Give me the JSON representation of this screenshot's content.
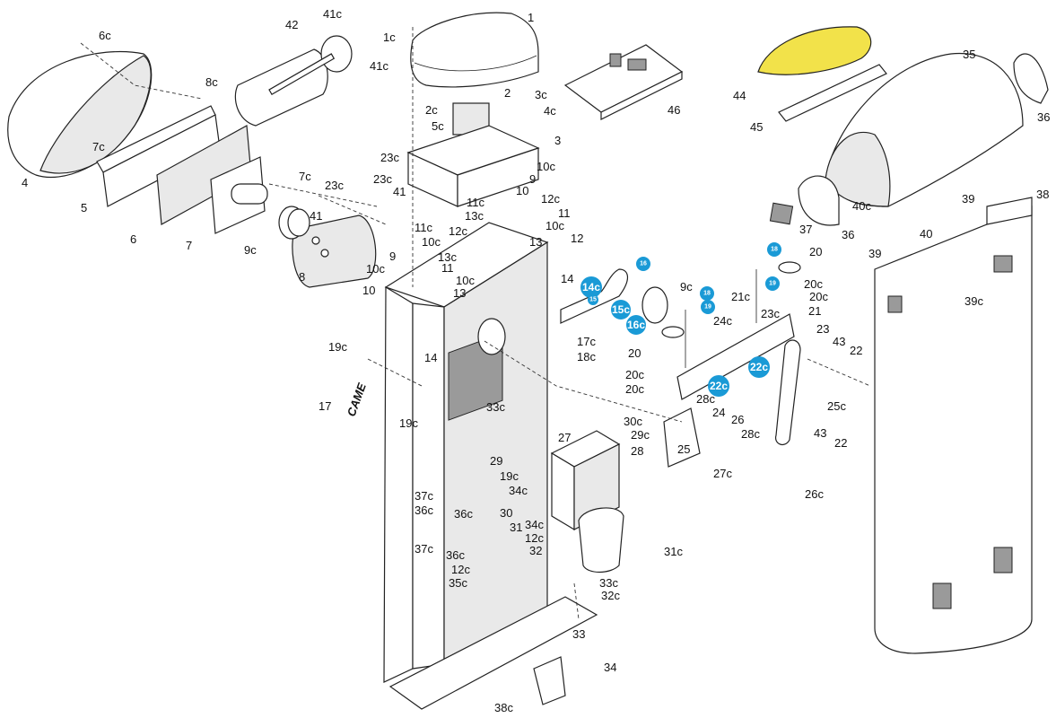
{
  "colors": {
    "badge": "#1a9ad6",
    "highlight_part": "#f2e24a",
    "line": "#222222"
  },
  "labels": [
    "6c",
    "41c",
    "42",
    "1c",
    "1",
    "8c",
    "41c",
    "2",
    "3c",
    "4c",
    "2c",
    "5c",
    "3",
    "46",
    "44",
    "35",
    "36",
    "45",
    "7c",
    "23c",
    "7c",
    "23c",
    "23c",
    "41",
    "10c",
    "9",
    "10",
    "12c",
    "11",
    "10c",
    "12",
    "13",
    "4",
    "5",
    "6",
    "7",
    "9c",
    "41",
    "8",
    "10",
    "11c",
    "12c",
    "13c",
    "11",
    "10c",
    "13",
    "11c",
    "13c",
    "10c",
    "9",
    "10c",
    "39",
    "38",
    "40c",
    "36",
    "37",
    "40",
    "39",
    "39c",
    "20",
    "20c",
    "20c",
    "21c",
    "21",
    "23c",
    "24c",
    "23",
    "43",
    "22",
    "25c",
    "14",
    "9c",
    "20",
    "17c",
    "18c",
    "20c",
    "20c",
    "28c",
    "14",
    "19c",
    "17",
    "19c",
    "33c",
    "30c",
    "29c",
    "24",
    "26",
    "28c",
    "27",
    "28",
    "25",
    "27c",
    "43",
    "22",
    "26c",
    "29",
    "19c",
    "34c",
    "37c",
    "36c",
    "36c",
    "30",
    "31",
    "34c",
    "12c",
    "32",
    "37c",
    "36c",
    "12c",
    "35c",
    "31c",
    "33c",
    "32c",
    "33",
    "34",
    "38c"
  ],
  "badges": [
    "14c",
    "15",
    "16",
    "15c",
    "16c",
    "18",
    "19",
    "18",
    "19",
    "22c",
    "22c"
  ],
  "logo_text": "CAME"
}
